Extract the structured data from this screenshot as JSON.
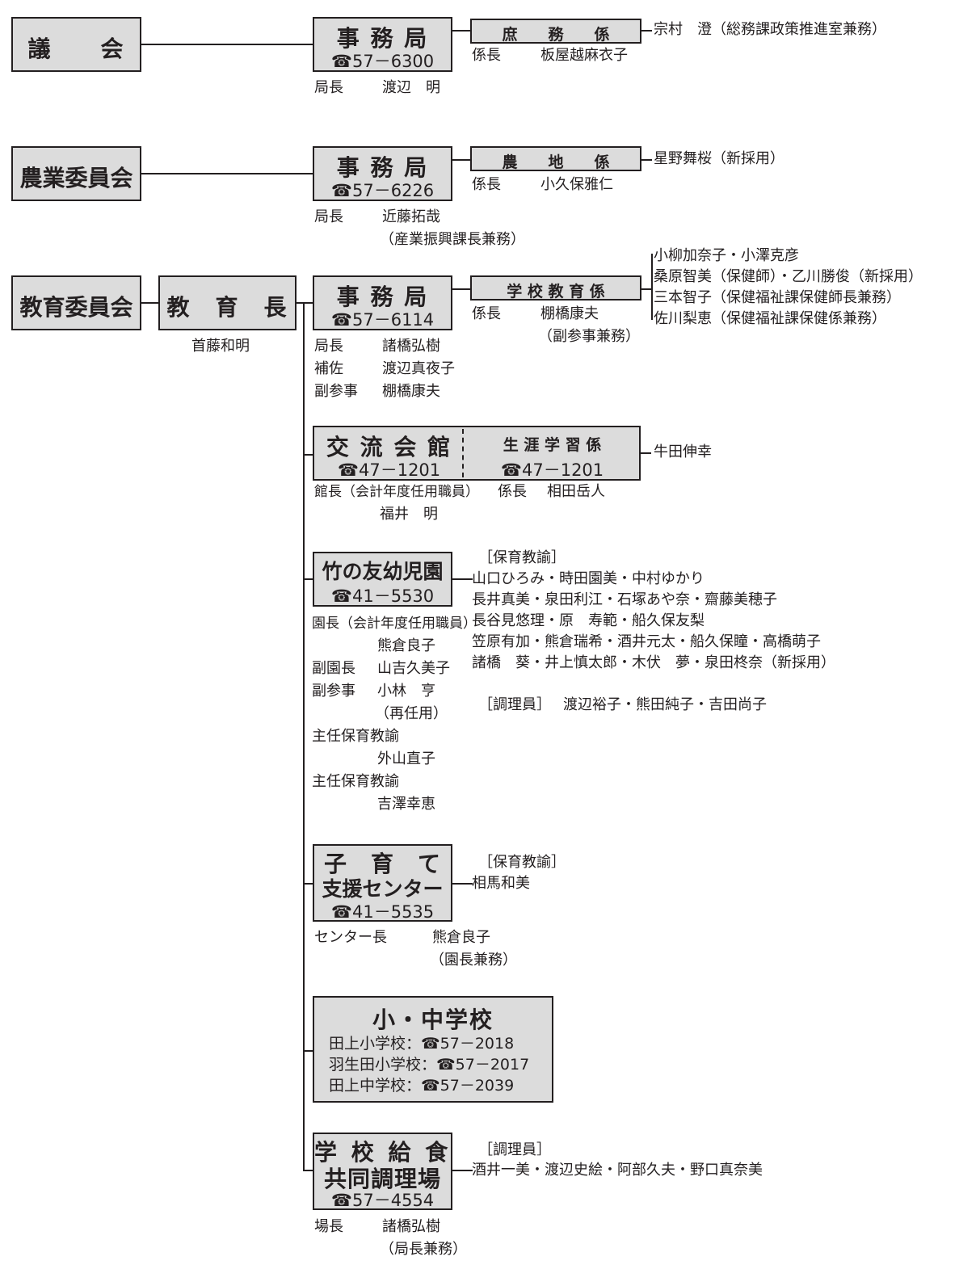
{
  "assembly": {
    "name": "議　　会",
    "office": {
      "title": "事 務 局",
      "tel": "☎57－6300",
      "head_title": "局長",
      "head_name": "渡辺　明"
    },
    "section": {
      "title": "庶　　務　　係",
      "chief_title": "係長",
      "chief_name": "板屋越麻衣子"
    },
    "staff": "宗村　澄（総務課政策推進室兼務）"
  },
  "agri": {
    "name": "農業委員会",
    "office": {
      "title": "事 務 局",
      "tel": "☎57－6226",
      "head_title": "局長",
      "head_name": "近藤拓哉",
      "head_note": "（産業振興課長兼務）"
    },
    "section": {
      "title": "農　　地　　係",
      "chief_title": "係長",
      "chief_name": "小久保雅仁"
    },
    "staff": "星野舞桜（新採用）"
  },
  "edu": {
    "name": "教育委員会",
    "superintendent": {
      "title": "教　育　長",
      "name": "首藤和明"
    },
    "office": {
      "title": "事 務 局",
      "tel": "☎57－6114",
      "head_title": "局長",
      "head_name": "諸橋弘樹",
      "deputy_title": "補佐",
      "deputy_name": "渡辺真夜子",
      "sub_title": "副参事",
      "sub_name": "棚橋康夫"
    },
    "section": {
      "title": "学 校 教 育 係",
      "chief_title": "係長",
      "chief_name": "棚橋康夫",
      "chief_note": "（副参事兼務）"
    },
    "staff": [
      "小柳加奈子・小澤克彦",
      "桑原智美（保健師）・乙川勝俊（新採用）",
      "三本智子（保健福祉課保健師長兼務）",
      "佐川梨恵（保健福祉課保健係兼務）"
    ]
  },
  "hall": {
    "title": "交 流 会 館",
    "tel": "☎47－1201",
    "section_title": "生 涯 学 習 係",
    "section_tel": "☎47－1201",
    "head_label": "館長（会計年度任用職員）",
    "head_name": "福井　明",
    "chief_title": "係長",
    "chief_name": "相田岳人",
    "staff": "牛田伸幸"
  },
  "kinder": {
    "title": "竹の友幼児園",
    "tel": "☎41－5530",
    "staff_label_1": "［保育教諭］",
    "staff_lines": [
      "山口ひろみ・時田園美・中村ゆかり",
      "長井真美・泉田利江・石塚あや奈・齋藤美穂子",
      "長谷見悠理・原　寿範・船久保友梨",
      "笠原有加・熊倉瑞希・酒井元太・船久保瞳・高橋萌子",
      "諸橋　葵・井上慎太郎・木伏　夢・泉田柊奈（新採用）"
    ],
    "staff_label_2": "［調理員］",
    "staff_cooks": "渡辺裕子・熊田純子・吉田尚子",
    "director_label": "園長（会計年度任用職員）",
    "director_name": "熊倉良子",
    "vice_title": "副園長",
    "vice_name": "山吉久美子",
    "sub_title": "副参事",
    "sub_name": "小林　亨",
    "sub_note": "（再任用）",
    "chief1_title": "主任保育教諭",
    "chief1_name": "外山直子",
    "chief2_title": "主任保育教諭",
    "chief2_name": "吉澤幸恵"
  },
  "center": {
    "title1": "子　育　て",
    "title2": "支援センター",
    "tel": "☎41－5535",
    "staff_label": "［保育教諭］",
    "staff": "相馬和美",
    "head_title": "センター長",
    "head_name": "熊倉良子",
    "head_note": "（園長兼務）"
  },
  "schools": {
    "title": "小・中学校",
    "list": [
      "田上小学校：☎57－2018",
      "羽生田小学校：☎57－2017",
      "田上中学校：☎57－2039"
    ]
  },
  "kitchen": {
    "title1": "学 校 給 食",
    "title2": "共同調理場",
    "tel": "☎57－4554",
    "staff_label": "［調理員］",
    "staff": "酒井一美・渡辺史絵・阿部久夫・野口真奈美",
    "head_title": "場長",
    "head_name": "諸橋弘樹",
    "head_note": "（局長兼務）"
  }
}
